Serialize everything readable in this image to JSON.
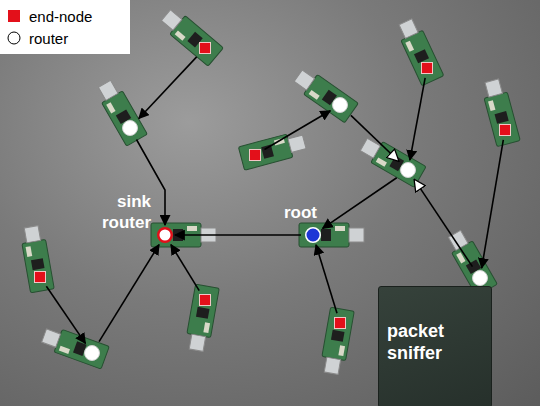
{
  "diagram": {
    "nodes": [
      {},
      {},
      {},
      {},
      {},
      {},
      {},
      {
        "text": [
          "sink router"
        ]
      },
      {
        "text": [
          "root"
        ]
      },
      {},
      {},
      {},
      {},
      {},
      {
        "text": [
          "packet sniffer"
        ]
      }
    ],
    "edges": [
      {
        "from": 0,
        "to": 3,
        "arrow": "to"
      },
      {
        "from": 3,
        "to": 7,
        "arrow": "to"
      },
      {
        "from": 5,
        "to": 2,
        "arrow": "to"
      },
      {
        "from": 2,
        "to": 6,
        "arrow": "to"
      },
      {
        "from": 1,
        "to": 6,
        "arrow": "to"
      },
      {
        "from": 4,
        "to": 10,
        "arrow": "to"
      },
      {
        "from": 10,
        "to": 6,
        "arrow": "to"
      },
      {
        "from": 6,
        "to": 8,
        "arrow": "to"
      },
      {
        "from": 8,
        "to": 7,
        "arrow": "to"
      },
      {
        "from": 12,
        "to": 8,
        "arrow": "to"
      },
      {
        "from": 11,
        "to": 7,
        "arrow": "to"
      },
      {
        "from": 9,
        "to": 13,
        "arrow": "to"
      },
      {
        "from": 13,
        "to": 7,
        "arrow": "to"
      }
    ],
    "legend": [
      {
        "text": "end-node",
        "color": "#e3101a"
      },
      {
        "text": "router"
      }
    ]
  }
}
